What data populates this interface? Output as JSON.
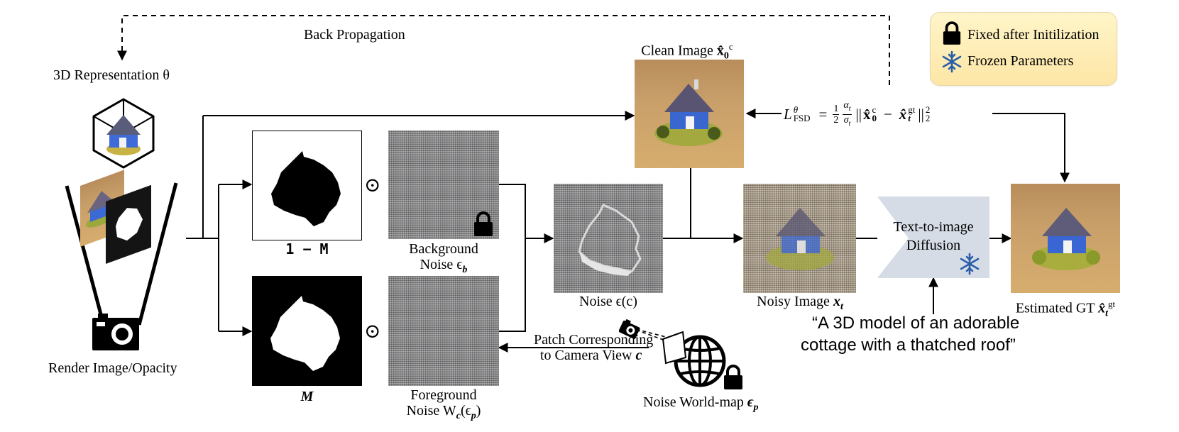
{
  "labels": {
    "back_propagation": "Back Propagation",
    "representation": "3D Representation θ",
    "render": "Render Image/Opacity",
    "one_minus_m": "1 − M",
    "m": "M",
    "background_noise_line1": "Background",
    "background_noise_line2": "Noise ϵ",
    "background_noise_sub": "b",
    "foreground_noise_line1": "Foreground",
    "foreground_noise_line2": "Noise W",
    "foreground_noise_sub": "c",
    "foreground_noise_arg": "(ϵ",
    "foreground_noise_arg_sub": "p",
    "foreground_noise_close": ")",
    "noise_c": "Noise ϵ(c)",
    "clean_image_pre": "Clean Image ",
    "clean_image_sym": "x̂",
    "clean_image_sub": "0",
    "clean_image_sup": "c",
    "noisy_image_pre": "Noisy Image ",
    "noisy_image_sym": "x",
    "noisy_image_sub": "t",
    "estimated_gt_pre": "Estimated GT ",
    "estimated_gt_sym": "x̂",
    "estimated_gt_sub": "t",
    "estimated_gt_sup": "gt",
    "t2i_line1": "Text-to-image",
    "t2i_line2": "Diffusion",
    "patch_line1": "Patch Corresponding",
    "patch_line2": "to Camera View ",
    "patch_sym": "c",
    "world_map_pre": "Noise World-map ",
    "world_map_sym": "ϵ",
    "world_map_sub": "p",
    "prompt_line1": "“A 3D model of an adorable",
    "prompt_line2": "cottage with a thatched roof”",
    "odot_top": "⊙",
    "odot_bottom": "⊙"
  },
  "formula": {
    "L": "L",
    "L_sup": "θ",
    "L_sub": "FSD",
    "eq": "=",
    "half_num": "1",
    "half_den": "2",
    "frac_num": "α",
    "frac_num_sub": "t",
    "frac_den": "σ",
    "frac_den_sub": "t",
    "open": "||",
    "x0": "x̂",
    "x0_sub": "0",
    "x0_sup": "c",
    "minus": "−",
    "xt": "x̂",
    "xt_sub": "t",
    "xt_sup": "gt",
    "close": "||",
    "pow": "2",
    "norm": "2"
  },
  "legend": {
    "fixed": "Fixed after Initilization",
    "frozen": "Frozen Parameters"
  },
  "icons": {
    "lock": "lock-icon",
    "snowflake": "snowflake-icon",
    "camera": "camera-icon",
    "globe": "globe-icon",
    "odot": "hadamard-product-icon"
  },
  "colors": {
    "snowflake": "#2a5ea8",
    "legend_bg": "#fde6a6",
    "diffusion_block": "#d5dce6"
  }
}
